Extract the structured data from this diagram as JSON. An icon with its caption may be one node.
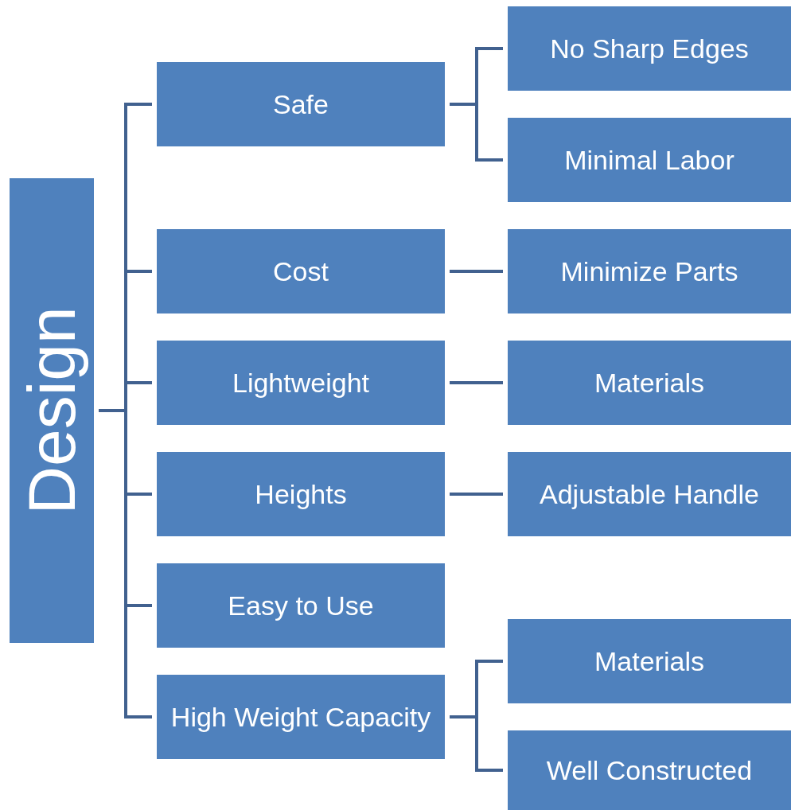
{
  "diagram": {
    "nodes": [
      {
        "text": [
          "Design"
        ]
      },
      {
        "text": [
          "Safe"
        ]
      },
      {
        "text": [
          "No Sharp Edges"
        ]
      },
      {
        "text": [
          "Minimal Labor"
        ]
      },
      {
        "text": [
          "Cost"
        ]
      },
      {
        "text": [
          "Minimize Parts"
        ]
      },
      {
        "text": [
          "Lightweight"
        ]
      },
      {
        "text": [
          "Materials"
        ]
      },
      {
        "text": [
          "Heights"
        ]
      },
      {
        "text": [
          "Adjustable Handle"
        ]
      },
      {
        "text": [
          "Easy to Use"
        ]
      },
      {
        "text": [
          "High Weight Capacity"
        ]
      },
      {
        "text": [
          "Materials"
        ]
      },
      {
        "text": [
          "Well Constructed"
        ]
      }
    ],
    "edges": [
      {
        "from": 0,
        "to": 1,
        "arrow": "none"
      },
      {
        "from": 0,
        "to": 4,
        "arrow": "none"
      },
      {
        "from": 0,
        "to": 6,
        "arrow": "none"
      },
      {
        "from": 0,
        "to": 8,
        "arrow": "none"
      },
      {
        "from": 0,
        "to": 10,
        "arrow": "none"
      },
      {
        "from": 0,
        "to": 11,
        "arrow": "none"
      },
      {
        "from": 1,
        "to": 2,
        "arrow": "none"
      },
      {
        "from": 1,
        "to": 3,
        "arrow": "none"
      },
      {
        "from": 4,
        "to": 5,
        "arrow": "none"
      },
      {
        "from": 6,
        "to": 7,
        "arrow": "none"
      },
      {
        "from": 8,
        "to": 9,
        "arrow": "none"
      },
      {
        "from": 11,
        "to": 12,
        "arrow": "none"
      },
      {
        "from": 11,
        "to": 13,
        "arrow": "none"
      }
    ]
  }
}
